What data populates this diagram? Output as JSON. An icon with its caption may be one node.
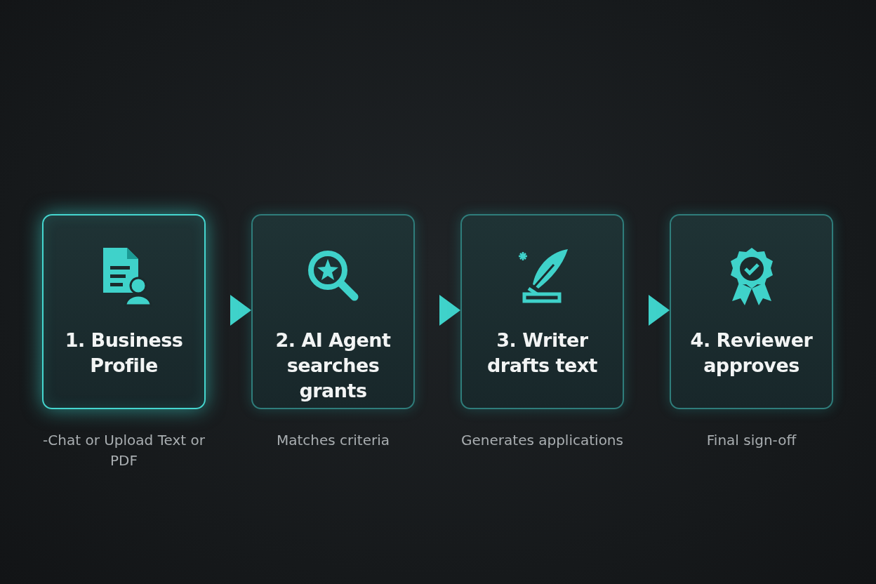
{
  "diagram": {
    "nodes": [
      {
        "text": [
          "1. Business Profile"
        ],
        "beside": [
          "-Chat or Upload Text or PDF"
        ]
      },
      {
        "text": [
          "2. AI Agent searches grants"
        ],
        "beside": [
          "Matches criteria"
        ]
      },
      {
        "text": [
          "3. Writer drafts text"
        ],
        "beside": [
          "Generates applications"
        ]
      },
      {
        "text": [
          "4. Reviewer approves"
        ],
        "beside": [
          "Final sign-off"
        ]
      }
    ],
    "edges": [
      {
        "from": 0,
        "to": 1,
        "arrow": "to"
      },
      {
        "from": 1,
        "to": 2,
        "arrow": "to"
      },
      {
        "from": 2,
        "to": 3,
        "arrow": "to"
      }
    ]
  }
}
